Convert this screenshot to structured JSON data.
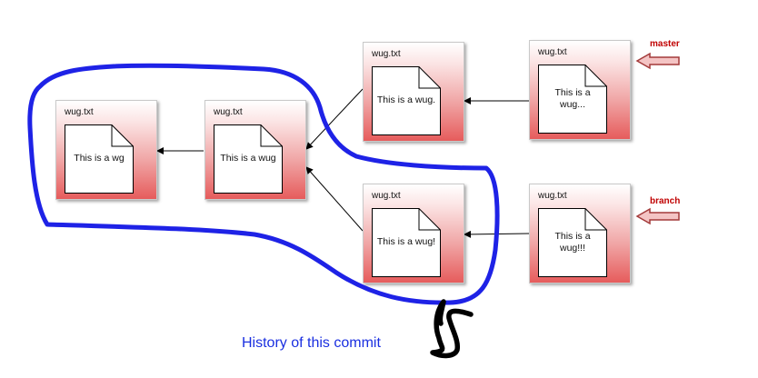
{
  "commits": [
    {
      "file": "wug.txt",
      "content": "This is a wg"
    },
    {
      "file": "wug.txt",
      "content": "This is a wug"
    },
    {
      "file": "wug.txt",
      "content": "This is a wug."
    },
    {
      "file": "wug.txt",
      "content": "This is a wug!"
    },
    {
      "file": "wug.txt",
      "content": "This is a\nwug..."
    },
    {
      "file": "wug.txt",
      "content": "This is a\nwug!!!"
    }
  ],
  "refs": {
    "master": "master",
    "branch": "branch"
  },
  "caption": "History of this commit",
  "colors": {
    "annotation_blue": "#1a2fe0",
    "ref_red": "#c00000",
    "commit_fill": "#e65c5c"
  }
}
